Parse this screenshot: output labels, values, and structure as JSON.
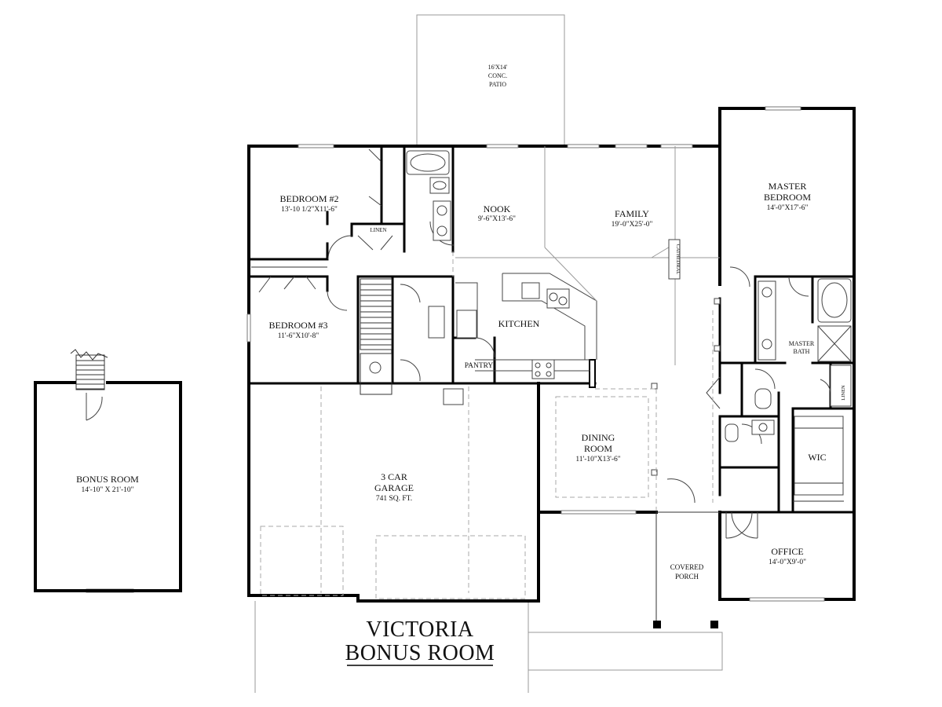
{
  "plan_title": [
    "VICTORIA",
    "BONUS ROOM"
  ],
  "rooms": {
    "patio": {
      "lines": [
        "16'X14'",
        "CONC.",
        "PATIO"
      ]
    },
    "bedroom2": {
      "name": "BEDROOM #2",
      "dims": "13'-10 1/2\"X11'-6\""
    },
    "linen_hall": {
      "name": "LINEN"
    },
    "nook": {
      "name": "NOOK",
      "dims": "9'-6\"X13'-6\""
    },
    "family": {
      "name": "FAMILY",
      "dims": "19'-0\"X25'-0\""
    },
    "cathedral": {
      "name": "CATHEDRAL"
    },
    "master_bedroom": {
      "lines": [
        "MASTER",
        "BEDROOM"
      ],
      "dims": "14'-0\"X17'-6\""
    },
    "bedroom3": {
      "name": "BEDROOM #3",
      "dims": "11'-6\"X10'-8\""
    },
    "kitchen": {
      "name": "KITCHEN"
    },
    "pantry": {
      "name": "PANTRY"
    },
    "master_bath": {
      "lines": [
        "MASTER",
        "BATH"
      ]
    },
    "linen_bath": {
      "name": "LINEN"
    },
    "wic": {
      "name": "WIC"
    },
    "bonus_room": {
      "name": "BONUS ROOM",
      "dims": "14'-10\" X 21'-10\""
    },
    "garage": {
      "lines": [
        "3 CAR",
        "GARAGE"
      ],
      "dims": "741 SQ. FT."
    },
    "dining_room": {
      "lines": [
        "DINING",
        "ROOM"
      ],
      "dims": "11'-10\"X13'-6\""
    },
    "covered_porch": {
      "lines": [
        "COVERED",
        "PORCH"
      ]
    },
    "office": {
      "name": "OFFICE",
      "dims": "14'-0\"X9'-0\""
    }
  }
}
